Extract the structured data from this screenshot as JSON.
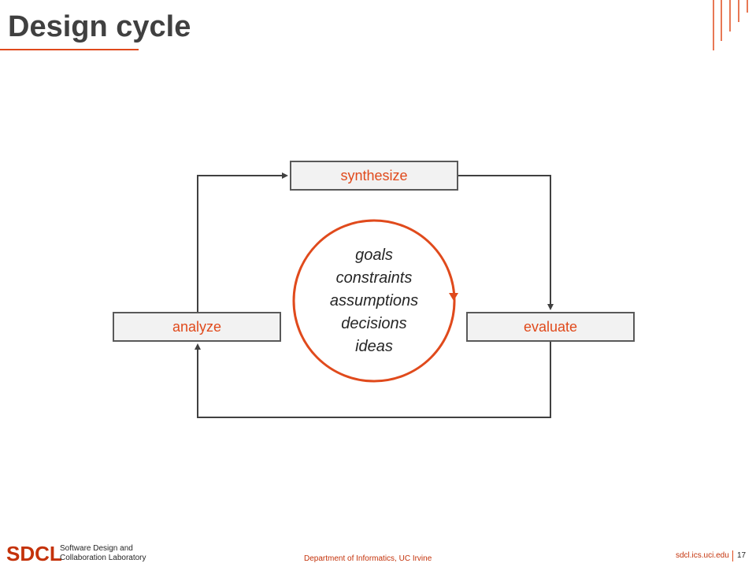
{
  "slide": {
    "title": "Design cycle"
  },
  "diagram": {
    "boxes": {
      "synthesize": "synthesize",
      "analyze": "analyze",
      "evaluate": "evaluate"
    },
    "center_items": [
      "goals",
      "constraints",
      "assumptions",
      "decisions",
      "ideas"
    ]
  },
  "footer": {
    "logo": "SDCL",
    "lab_line1": "Software Design and",
    "lab_line2": "Collaboration  Laboratory",
    "department": "Department of Informatics, UC Irvine",
    "site": "sdcl.ics.uci.edu",
    "page_number": "17"
  },
  "colors": {
    "accent": "#e04a1c",
    "box_text": "#e04a1c",
    "title": "#404040",
    "connector": "#404040"
  }
}
